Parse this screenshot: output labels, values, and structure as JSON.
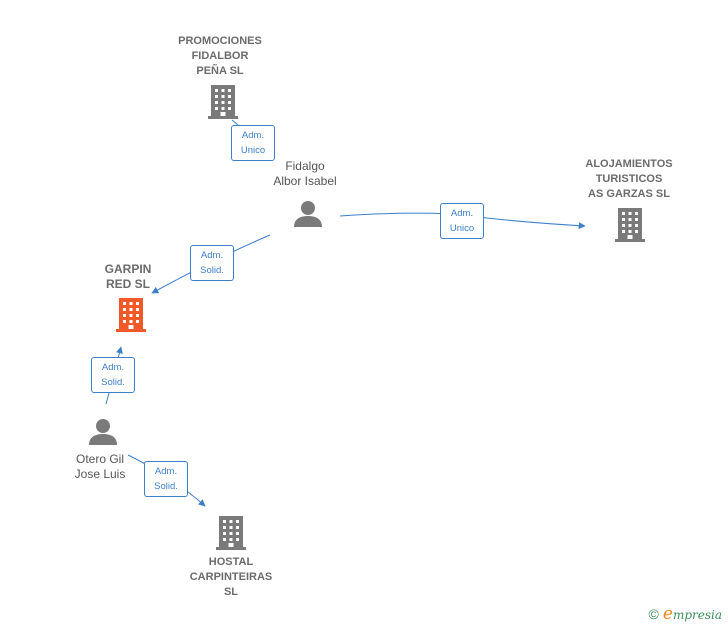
{
  "nodes": {
    "promociones": {
      "lines": [
        "PROMOCIONES",
        "FIDALBOR",
        "PEÑA SL"
      ],
      "type": "company"
    },
    "fidalgo": {
      "lines": [
        "Fidalgo",
        "Albor Isabel"
      ],
      "type": "person"
    },
    "alojamientos": {
      "lines": [
        "ALOJAMIENTOS",
        "TURISTICOS",
        "AS GARZAS SL"
      ],
      "type": "company"
    },
    "garpin": {
      "lines": [
        "GARPIN",
        "RED SL"
      ],
      "type": "company",
      "highlight": true
    },
    "otero": {
      "lines": [
        "Otero Gil",
        "Jose Luis"
      ],
      "type": "person"
    },
    "hostal": {
      "lines": [
        "HOSTAL",
        "CARPINTEIRAS",
        "SL"
      ],
      "type": "company"
    }
  },
  "edges": {
    "fidalgo_promociones": [
      "Adm.",
      "Unico"
    ],
    "fidalgo_alojamientos": [
      "Adm.",
      "Unico"
    ],
    "fidalgo_garpin": [
      "Adm.",
      "Solid."
    ],
    "otero_garpin": [
      "Adm.",
      "Solid."
    ],
    "otero_hostal": [
      "Adm.",
      "Solid."
    ]
  },
  "colors": {
    "edge": "#3d7fc9",
    "company_icon": "#7a7a7a",
    "highlight_icon": "#f05a28",
    "person_icon": "#7a7a7a"
  },
  "footer": {
    "copyright": "©",
    "brand_e": "e",
    "brand_rest": "mpresia"
  }
}
